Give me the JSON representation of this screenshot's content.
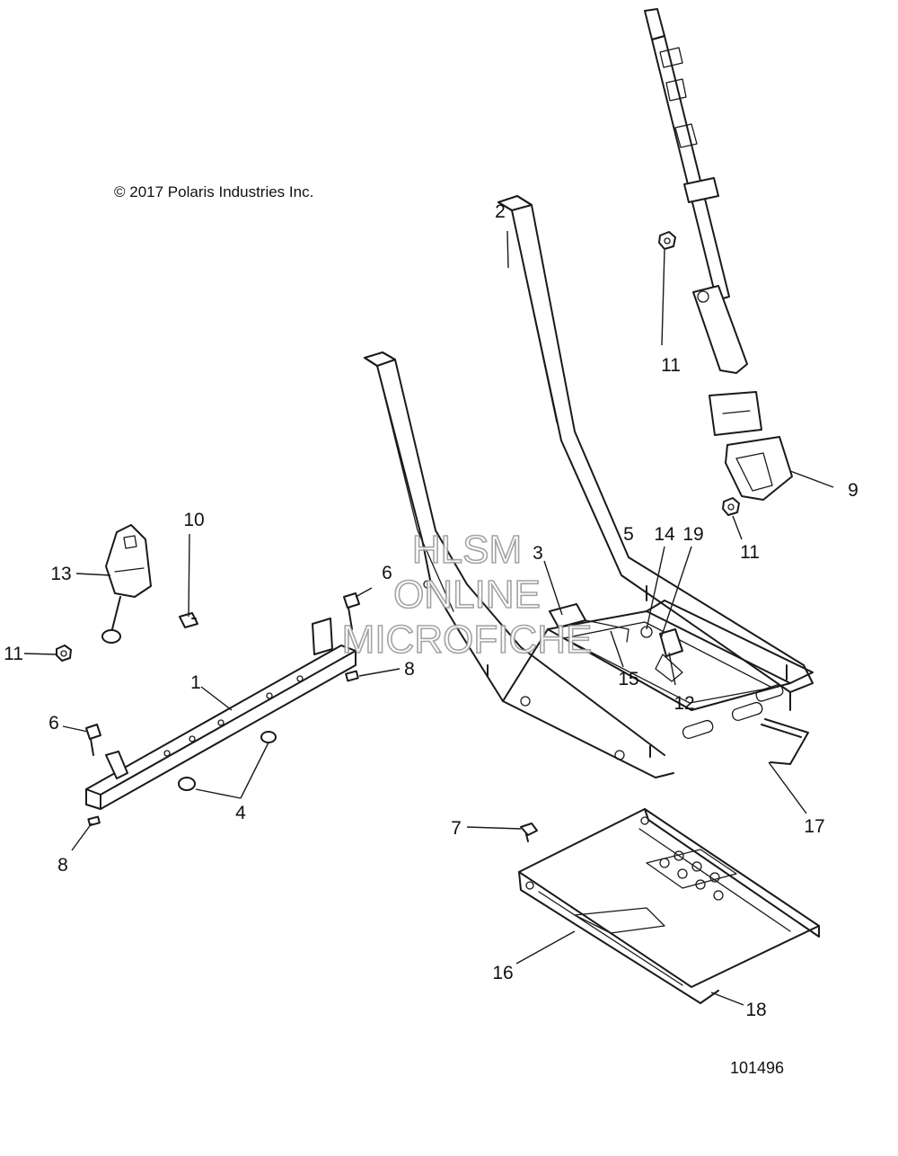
{
  "copyright": "© 2017 Polaris Industries Inc.",
  "document_number": "101496",
  "watermark": [
    "HLSM",
    "ONLINE",
    "MICROFICHE"
  ],
  "callouts": [
    "1",
    "2",
    "3",
    "4",
    "5",
    "6",
    "6",
    "7",
    "8",
    "8",
    "9",
    "10",
    "11",
    "11",
    "11",
    "12",
    "13",
    "14",
    "15",
    "16",
    "17",
    "18",
    "19"
  ],
  "colors": {
    "line": "#1a1a1a",
    "background": "#ffffff",
    "watermark_outline": "#9a9a9a"
  }
}
